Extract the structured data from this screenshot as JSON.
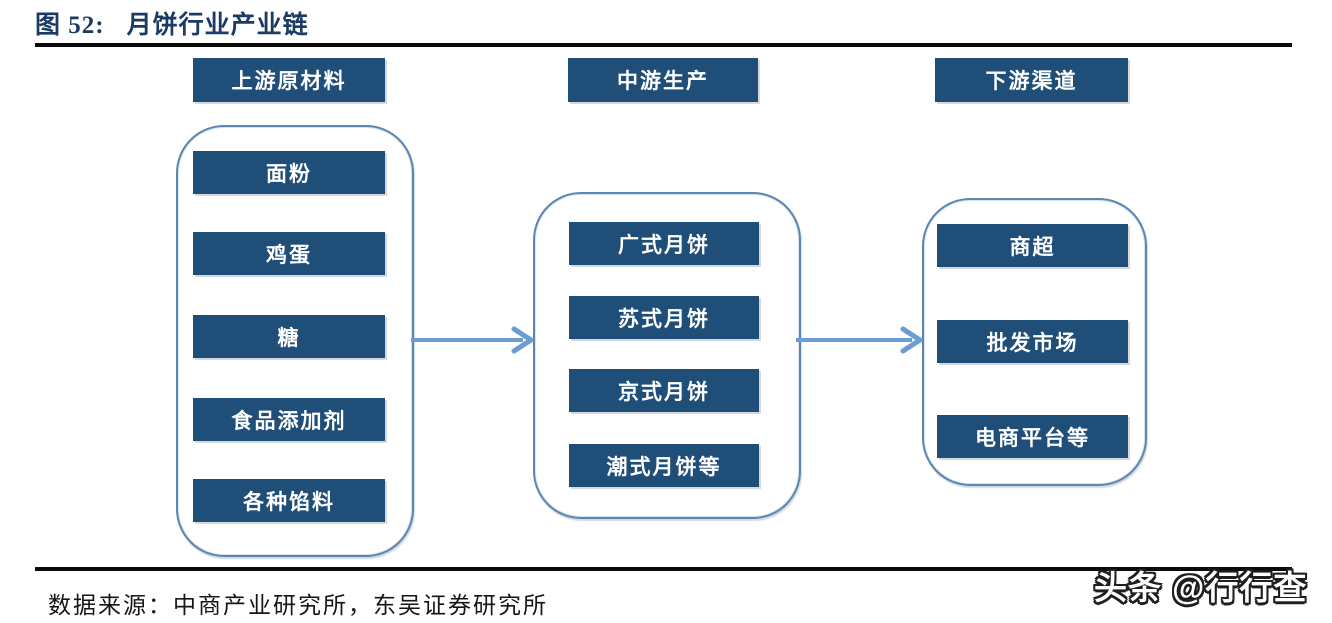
{
  "figure": {
    "label": "图 52:",
    "title": "月饼行业产业链"
  },
  "chain": {
    "columns": [
      {
        "header": "上游原材料",
        "items": [
          "面粉",
          "鸡蛋",
          "糖",
          "食品添加剂",
          "各种馅料"
        ]
      },
      {
        "header": "中游生产",
        "items": [
          "广式月饼",
          "苏式月饼",
          "京式月饼",
          "潮式月饼等"
        ]
      },
      {
        "header": "下游渠道",
        "items": [
          "商超",
          "批发市场",
          "电商平台等"
        ]
      }
    ],
    "flow": [
      "上游原材料 → 中游生产",
      "中游生产 → 下游渠道"
    ]
  },
  "footer": {
    "source": "数据来源：中商产业研究所，东吴证券研究所"
  },
  "watermark": "头条 @行行查",
  "colors": {
    "node_fill": "#1F4E79",
    "node_text": "#FFFFFF",
    "container_border": "#5B86AE",
    "arrow": "#6C9CD2",
    "title_text": "#1B3A64",
    "rule": "#000000"
  }
}
